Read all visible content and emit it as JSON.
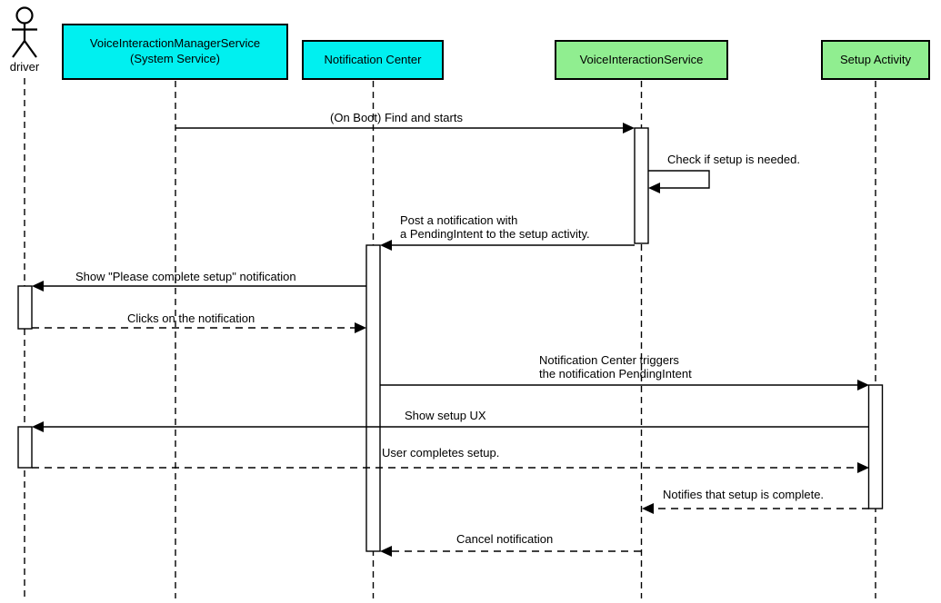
{
  "actor": {
    "label": "driver"
  },
  "participants": [
    {
      "label": "VoiceInteractionManagerService\n(System Service)",
      "fill": "#00F0F0"
    },
    {
      "label": "Notification Center",
      "fill": "#00F0F0"
    },
    {
      "label": "VoiceInteractionService",
      "fill": "#90EE90"
    },
    {
      "label": "Setup Activity",
      "fill": "#90EE90"
    }
  ],
  "messages": [
    {
      "label": "(On Boot) Find and starts",
      "from": "VoiceInteractionManagerService (System Service)",
      "to": "VoiceInteractionService",
      "line": "solid"
    },
    {
      "label": "Check if setup is needed.",
      "from": "VoiceInteractionService",
      "to": "VoiceInteractionService",
      "line": "solid"
    },
    {
      "label": "Post a notification with\na PendingIntent to the setup activity.",
      "from": "VoiceInteractionService",
      "to": "Notification Center",
      "line": "solid"
    },
    {
      "label": "Show \"Please complete setup\" notification",
      "from": "Notification Center",
      "to": "driver",
      "line": "solid"
    },
    {
      "label": "Clicks on the notification",
      "from": "driver",
      "to": "Notification Center",
      "line": "dashed"
    },
    {
      "label": "Notification Center triggers\nthe notification PendingIntent",
      "from": "Notification Center",
      "to": "Setup Activity",
      "line": "solid"
    },
    {
      "label": "Show setup UX",
      "from": "Setup Activity",
      "to": "driver",
      "line": "solid"
    },
    {
      "label": "User completes setup.",
      "from": "driver",
      "to": "Setup Activity",
      "line": "dashed"
    },
    {
      "label": "Notifies that setup is complete.",
      "from": "Setup Activity",
      "to": "VoiceInteractionService",
      "line": "dashed"
    },
    {
      "label": "Cancel notification",
      "from": "VoiceInteractionService",
      "to": "Notification Center",
      "line": "dashed"
    }
  ],
  "colors": {
    "participant_cyan": "#00F0F0",
    "participant_green": "#90EE90",
    "line": "#000000",
    "background": "#FFFFFF"
  }
}
